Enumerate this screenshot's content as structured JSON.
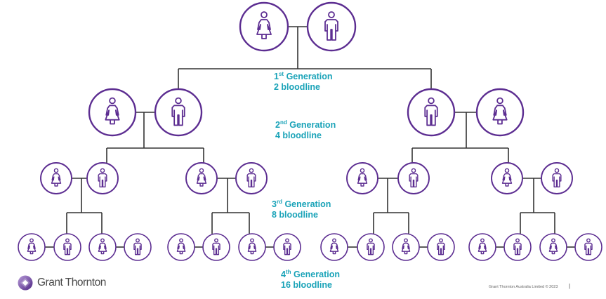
{
  "colors": {
    "person_stroke": "#5c2d91",
    "connector": "#333333",
    "label": "#1aa3b8",
    "logo_text": "#4a4a4a"
  },
  "generations": [
    {
      "ordinal": "1",
      "suffix": "st",
      "word": "Generation",
      "bloodline": "2 bloodline"
    },
    {
      "ordinal": "2",
      "suffix": "nd",
      "word": "Generation",
      "bloodline": "4 bloodline"
    },
    {
      "ordinal": "3",
      "suffix": "rd",
      "word": " Generation",
      "bloodline": "8 bloodline"
    },
    {
      "ordinal": "4",
      "suffix": "th",
      "word": " Generation",
      "bloodline": "16 bloodline"
    }
  ],
  "people": {
    "gen1": [
      "female",
      "male"
    ],
    "gen2": [
      "female",
      "male",
      "male",
      "female"
    ],
    "gen3": [
      "female",
      "male",
      "female",
      "male",
      "female",
      "male",
      "female",
      "male"
    ],
    "gen4": [
      "female",
      "male",
      "female",
      "male",
      "female",
      "male",
      "female",
      "male",
      "female",
      "male",
      "female",
      "male",
      "female",
      "male",
      "female",
      "male"
    ]
  },
  "logo": {
    "icon": "grant-thornton-swirl-icon",
    "text": "Grant Thornton"
  },
  "footer": {
    "text": "Grant Thornton Australia Limited   © 2023",
    "separator": "|"
  }
}
